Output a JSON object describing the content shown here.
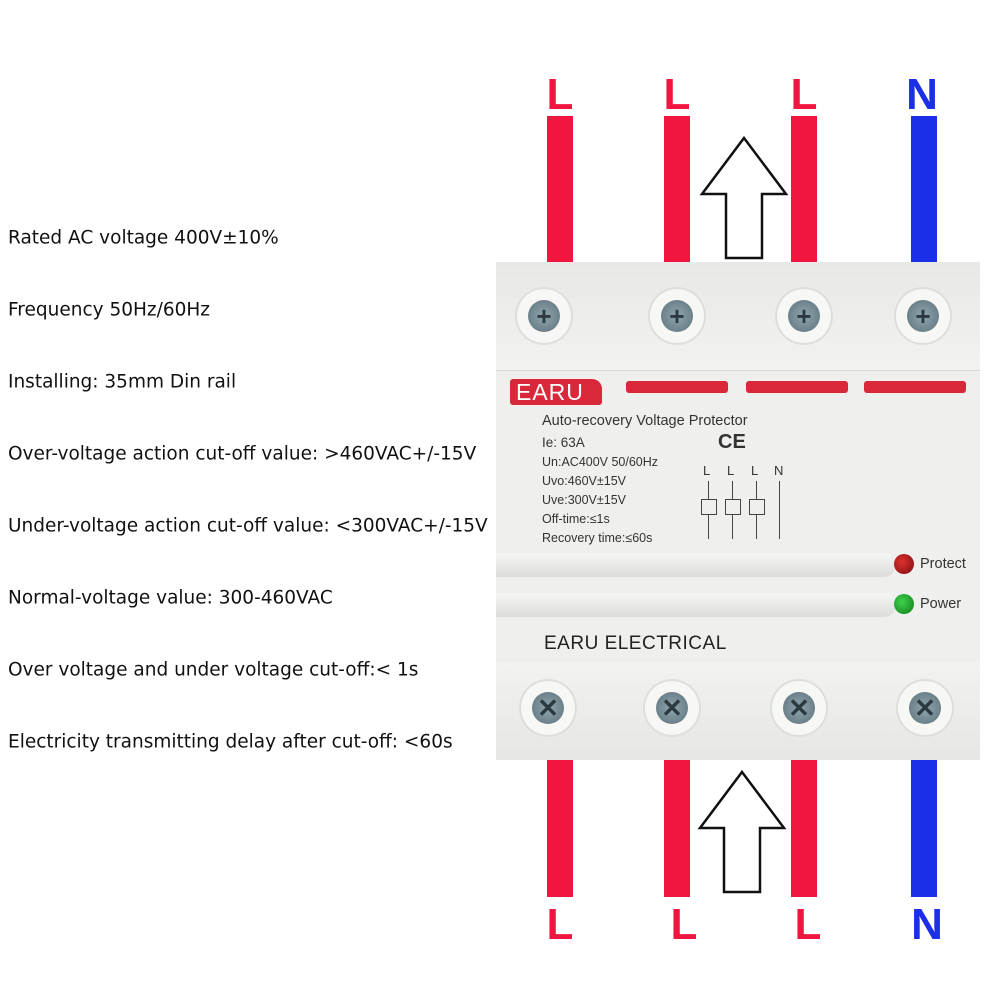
{
  "specs": [
    "Rated AC voltage 400V±10%",
    "Frequency 50Hz/60Hz",
    "Installing: 35mm Din rail",
    "Over-voltage action cut-off value: >460VAC+/-15V",
    "Under-voltage action cut-off value: <300VAC+/-15V",
    "Normal-voltage value: 300-460VAC",
    "Over voltage and under voltage cut-off:< 1s",
    "Electricity transmitting delay after cut-off: <60s"
  ],
  "wires": {
    "top": [
      "L",
      "L",
      "L",
      "N"
    ],
    "bottom": [
      "L",
      "L",
      "L",
      "N"
    ]
  },
  "colors": {
    "live": "#f0163f",
    "neutral": "#1b2fe8",
    "brand": "#d8283a"
  },
  "device": {
    "brand": "EARU",
    "title": "Auto-recovery Voltage Protector",
    "lines": [
      "Ie: 63A",
      "Un:AC400V  50/60Hz",
      "Uvo:460V±15V",
      "Uve:300V±15V",
      "Off-time:≤1s",
      "Recovery time:≤60s"
    ],
    "ce": "CE",
    "poles": [
      "L",
      "L",
      "L",
      "N"
    ],
    "protect_label": "Protect",
    "power_label": "Power",
    "maker": "EARU  ELECTRICAL"
  }
}
